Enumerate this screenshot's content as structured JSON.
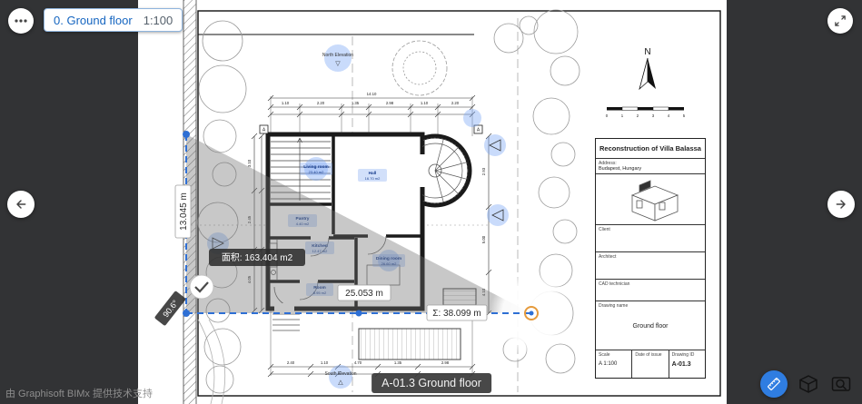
{
  "chrome": {
    "floor_chip": {
      "label": "0. Ground floor",
      "scale": "1:100"
    },
    "credit": "由 Graphisoft BIMx 提供技术支持",
    "drawing_tooltip": "A-01.3 Ground floor"
  },
  "measurement": {
    "area": "面积: 163.404 m2",
    "height": "13.045 m",
    "width": "25.053 m",
    "total": "Σ: 38.099 m",
    "angle": "90.6°"
  },
  "plan": {
    "compass": "N",
    "section_marker": "A",
    "north_marker": {
      "label": "North Elevation",
      "glyph": "▽"
    },
    "south_marker": {
      "label": "South Elevation",
      "glyph": "△"
    },
    "scalebar": {
      "ticks": [
        "0",
        "1",
        "2",
        "3",
        "4",
        "5"
      ]
    },
    "rooms": [
      {
        "name": "Living room",
        "area": "23.40 m2"
      },
      {
        "name": "Hall",
        "area": "16.70 m2"
      },
      {
        "name": "Pantry",
        "area": "4.40 m2"
      },
      {
        "name": "Kitchen",
        "area": "12.47 m2"
      },
      {
        "name": "Dining room",
        "area": "26.60 m2"
      },
      {
        "name": "Room",
        "area": "8.95 m2"
      }
    ],
    "dims": {
      "top": [
        "1.10",
        "2.20",
        "1.35",
        "2.98",
        "1.10",
        "2.20"
      ],
      "top_total": "14.10",
      "bottom": [
        "2.40",
        "1.10",
        "4.70",
        "1.35",
        "2.98"
      ],
      "left": [
        "3.10",
        "2.45",
        "4.05"
      ],
      "right": [
        "2.93",
        "5.00",
        "4.10"
      ]
    }
  },
  "title_block": {
    "project": "Reconstruction of Villa Balassa",
    "address_label": "Address:",
    "address": "Budapest, Hungary",
    "client_label": "Client",
    "architect_label": "Architect",
    "cad_label": "CAD technician",
    "drawing_name_label": "Drawing name",
    "drawing_name": "Ground floor",
    "scale_label": "Scale",
    "scale_value": "A 1:100",
    "date_label": "Date of issue",
    "id_label": "Drawing ID",
    "id_value": "A-01.3"
  },
  "colors": {
    "accent": "#2e6fd4",
    "tool_blue": "#2f7de1",
    "hotspot": "rgba(120,165,245,0.40)"
  }
}
